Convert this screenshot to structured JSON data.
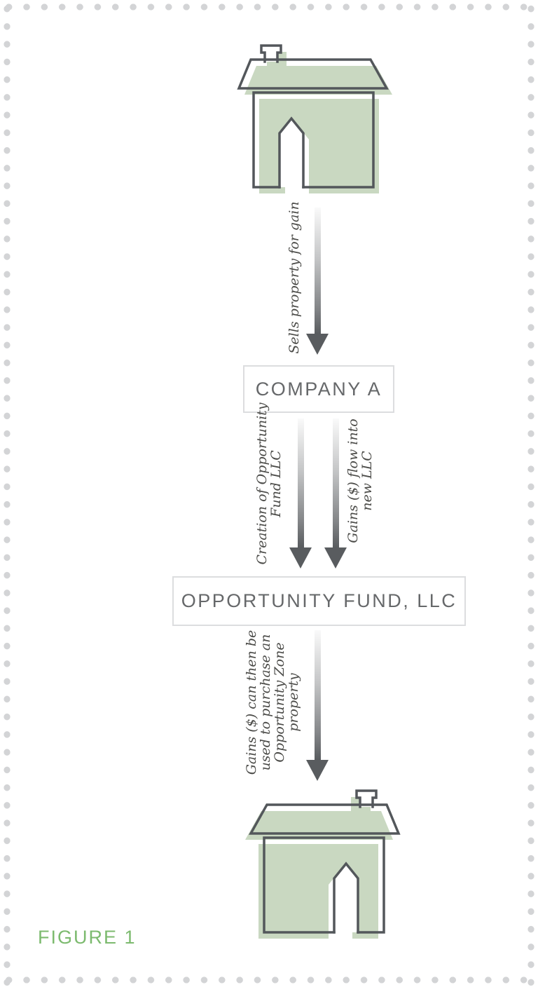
{
  "figure": {
    "caption": "FIGURE 1"
  },
  "flow": {
    "source_icon": "house-icon",
    "arrow1_label": "Sells property for gain",
    "company_box_label": "COMPANY A",
    "arrow2_left_label": "Creation of Opportunity\nFund LLC",
    "arrow2_right_label": "Gains ($) flow into\nnew LLC",
    "fund_box_label": "OPPORTUNITY FUND, LLC",
    "arrow3_label": "Gains ($) can then be\nused to purchase an\nOpportunity Zone\nproperty",
    "destination_icon": "house-icon"
  },
  "colors": {
    "house_fill_green": "#c9d8c1",
    "house_outline": "#53575b",
    "arrow_gray": "#595c5f",
    "box_border": "#dcdddf",
    "box_text": "#66686a",
    "label_text": "#4b4b48",
    "figure_green": "#7cba6e",
    "border_dots": "#d3d4d6",
    "background": "#ffffff"
  }
}
